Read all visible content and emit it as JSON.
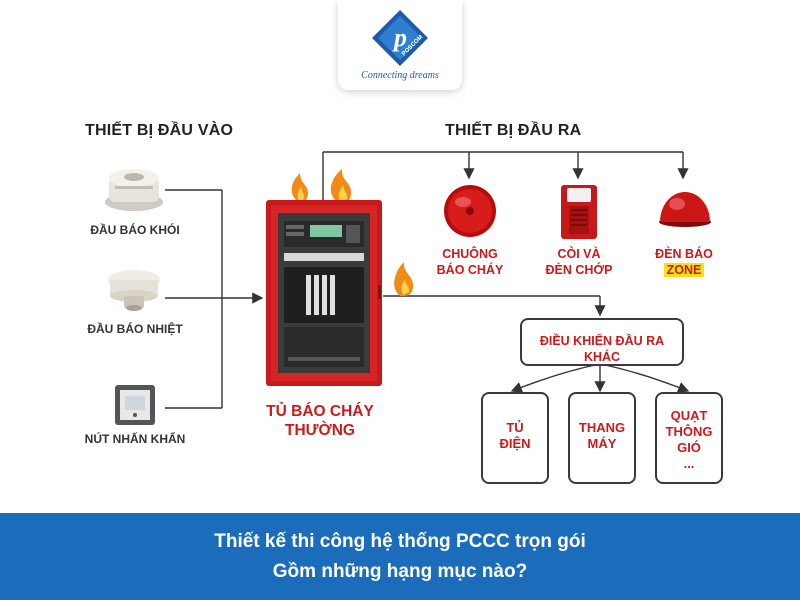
{
  "logo": {
    "brand": "POSCOM",
    "tagline": "Connecting dreams"
  },
  "inputs": {
    "title": "THIẾT BỊ ĐẦU VÀO",
    "items": [
      {
        "label": "ĐẦU BÁO KHÓI",
        "icon": "smoke-detector-icon"
      },
      {
        "label": "ĐẦU BÁO NHIỆT",
        "icon": "heat-detector-icon"
      },
      {
        "label": "NÚT NHẤN KHẨN",
        "icon": "manual-call-point-icon"
      }
    ]
  },
  "panel": {
    "label_line1": "TỦ BÁO CHÁY",
    "label_line2": "THƯỜNG",
    "icon": "fire-alarm-panel-icon"
  },
  "outputs": {
    "title": "THIẾT BỊ ĐẦU RA",
    "items": [
      {
        "line1": "CHUÔNG",
        "line2": "BÁO CHÁY",
        "icon": "fire-bell-icon"
      },
      {
        "line1": "CÒI VÀ",
        "line2": "ĐÈN CHỚP",
        "icon": "horn-strobe-icon"
      },
      {
        "line1": "ĐÈN BÁO",
        "line2": "ZONE",
        "icon": "zone-lamp-icon"
      }
    ]
  },
  "control": {
    "label": "ĐIỀU KHIỂN ĐẦU RA KHÁC",
    "children": [
      {
        "line1": "TỦ",
        "line2": "ĐIỆN",
        "line3": ""
      },
      {
        "line1": "THANG",
        "line2": "MÁY",
        "line3": ""
      },
      {
        "line1": "QUẠT",
        "line2": "THÔNG",
        "line3": "GIÓ",
        "line4": "..."
      }
    ]
  },
  "banner": {
    "line1": "Thiết kế thi công hệ thống PCCC trọn gói",
    "line2": "Gồm những hạng mục nào?"
  },
  "colors": {
    "accent_red": "#d01818",
    "banner_blue": "#1b6dbc",
    "zone_yellow": "#f5e01a",
    "line": "#333333"
  }
}
